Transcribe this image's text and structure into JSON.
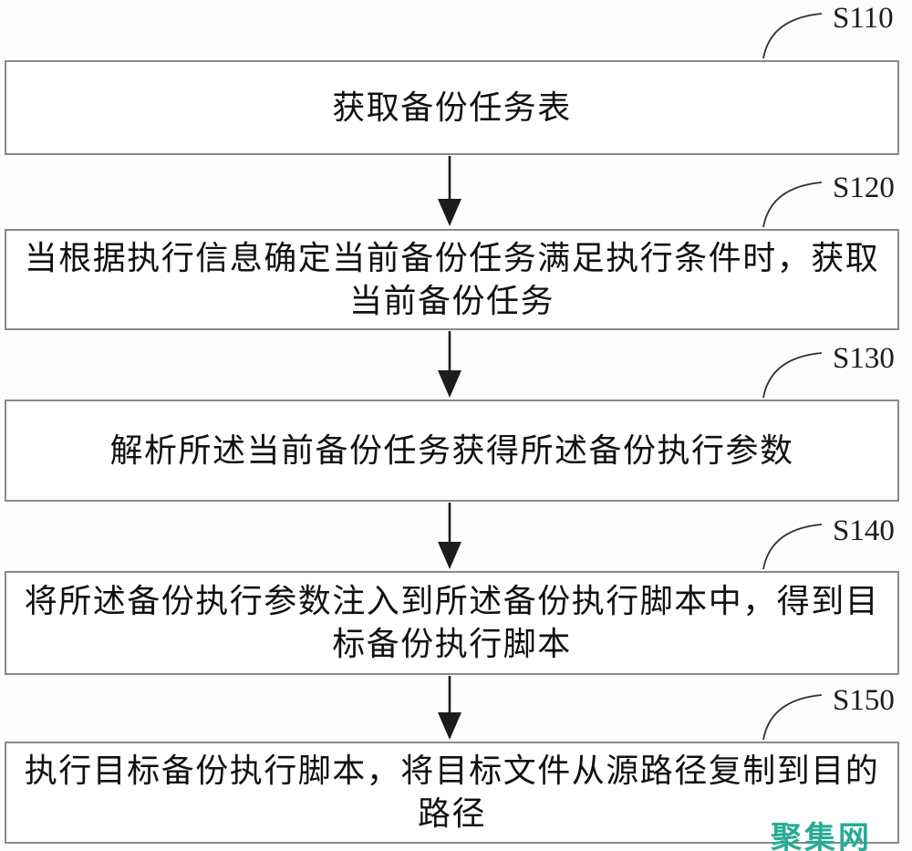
{
  "flowchart": {
    "steps": [
      {
        "label": "S110",
        "text": "获取备份任务表"
      },
      {
        "label": "S120",
        "text": "当根据执行信息确定当前备份任务满足执行条件时，获取当前备份任务"
      },
      {
        "label": "S130",
        "text": "解析所述当前备份任务获得所述备份执行参数"
      },
      {
        "label": "S140",
        "text": "将所述备份执行参数注入到所述备份执行脚本中，得到目标备份执行脚本"
      },
      {
        "label": "S150",
        "text": "执行目标备份执行脚本，将目标文件从源路径复制到目的路径"
      }
    ],
    "watermark": "聚集网",
    "colors": {
      "box_border": "#8a8a8a",
      "ink": "#111111",
      "connector": "#1c1c1c",
      "watermark": "#29ab93",
      "background": "#fdfdfd"
    }
  }
}
